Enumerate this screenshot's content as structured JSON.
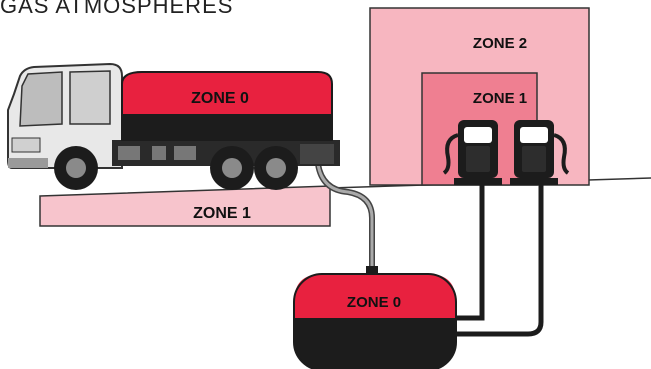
{
  "title": "GAS ATMOSPHERES",
  "zones": {
    "truck_tank": "ZONE 0",
    "ramp": "ZONE 1",
    "building_outer": "ZONE 2",
    "building_inner": "ZONE 1",
    "underground_tank": "ZONE 0"
  },
  "colors": {
    "zone0": "#e8213f",
    "zone1": "#ef7f91",
    "zone2": "#f7b6c0",
    "ramp": "#f7c4cc",
    "dark": "#1c1c1c",
    "truck_body": "#e8e8e8"
  }
}
